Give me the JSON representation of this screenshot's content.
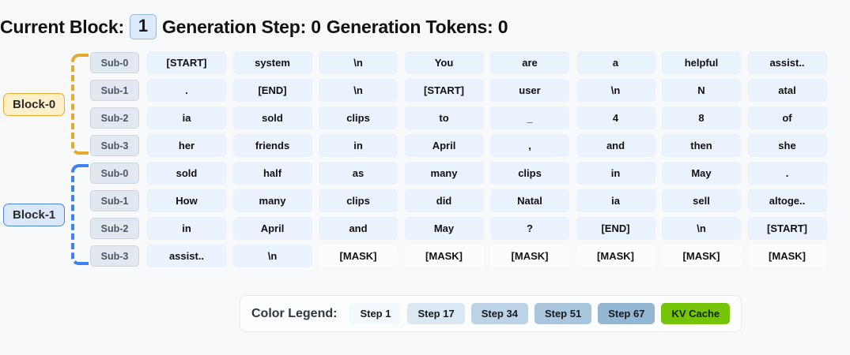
{
  "header": {
    "current_block_label": "Current Block:",
    "current_block_value": "1",
    "generation_step_label": "Generation Step: 0",
    "generation_tokens_label": "Generation Tokens: 0"
  },
  "colors": {
    "block0_accent": "#e8a92c",
    "block0_fill": "#fdf0c9",
    "block1_accent": "#3b82f6",
    "block1_fill": "#dbe7fb",
    "token_cell": "#eaf2fd",
    "mask_cell": "#fbfcfe",
    "kv_cache": "#76c408"
  },
  "blocks": [
    {
      "tag": "Block-0",
      "accent": "#e8a92c",
      "rows": [
        {
          "sub_label": "Sub-0",
          "cells": [
            {
              "text": "[START]",
              "kind": "tok"
            },
            {
              "text": "system",
              "kind": "tok"
            },
            {
              "text": "\\n",
              "kind": "tok"
            },
            {
              "text": "You",
              "kind": "tok"
            },
            {
              "text": "are",
              "kind": "tok"
            },
            {
              "text": "a",
              "kind": "tok"
            },
            {
              "text": "helpful",
              "kind": "tok"
            },
            {
              "text": "assist..",
              "kind": "tok"
            }
          ]
        },
        {
          "sub_label": "Sub-1",
          "cells": [
            {
              "text": ".",
              "kind": "tok"
            },
            {
              "text": "[END]",
              "kind": "tok"
            },
            {
              "text": "\\n",
              "kind": "tok"
            },
            {
              "text": "[START]",
              "kind": "tok"
            },
            {
              "text": "user",
              "kind": "tok"
            },
            {
              "text": "\\n",
              "kind": "tok"
            },
            {
              "text": "N",
              "kind": "tok"
            },
            {
              "text": "atal",
              "kind": "tok"
            }
          ]
        },
        {
          "sub_label": "Sub-2",
          "cells": [
            {
              "text": "ia",
              "kind": "tok"
            },
            {
              "text": "sold",
              "kind": "tok"
            },
            {
              "text": "clips",
              "kind": "tok"
            },
            {
              "text": "to",
              "kind": "tok"
            },
            {
              "text": "_",
              "kind": "tok"
            },
            {
              "text": "4",
              "kind": "tok"
            },
            {
              "text": "8",
              "kind": "tok"
            },
            {
              "text": "of",
              "kind": "tok"
            }
          ]
        },
        {
          "sub_label": "Sub-3",
          "cells": [
            {
              "text": "her",
              "kind": "tok"
            },
            {
              "text": "friends",
              "kind": "tok"
            },
            {
              "text": "in",
              "kind": "tok"
            },
            {
              "text": "April",
              "kind": "tok"
            },
            {
              "text": ",",
              "kind": "tok"
            },
            {
              "text": "and",
              "kind": "tok"
            },
            {
              "text": "then",
              "kind": "tok"
            },
            {
              "text": "she",
              "kind": "tok"
            }
          ]
        }
      ]
    },
    {
      "tag": "Block-1",
      "accent": "#3b82f6",
      "rows": [
        {
          "sub_label": "Sub-0",
          "cells": [
            {
              "text": "sold",
              "kind": "tok"
            },
            {
              "text": "half",
              "kind": "tok"
            },
            {
              "text": "as",
              "kind": "tok"
            },
            {
              "text": "many",
              "kind": "tok"
            },
            {
              "text": "clips",
              "kind": "tok"
            },
            {
              "text": "in",
              "kind": "tok"
            },
            {
              "text": "May",
              "kind": "tok"
            },
            {
              "text": ".",
              "kind": "tok"
            }
          ]
        },
        {
          "sub_label": "Sub-1",
          "cells": [
            {
              "text": "How",
              "kind": "tok"
            },
            {
              "text": "many",
              "kind": "tok"
            },
            {
              "text": "clips",
              "kind": "tok"
            },
            {
              "text": "did",
              "kind": "tok"
            },
            {
              "text": "Natal",
              "kind": "tok"
            },
            {
              "text": "ia",
              "kind": "tok"
            },
            {
              "text": "sell",
              "kind": "tok"
            },
            {
              "text": "altoge..",
              "kind": "tok"
            }
          ]
        },
        {
          "sub_label": "Sub-2",
          "cells": [
            {
              "text": "in",
              "kind": "tok"
            },
            {
              "text": "April",
              "kind": "tok"
            },
            {
              "text": "and",
              "kind": "tok"
            },
            {
              "text": "May",
              "kind": "tok"
            },
            {
              "text": "?",
              "kind": "tok"
            },
            {
              "text": "[END]",
              "kind": "tok"
            },
            {
              "text": "\\n",
              "kind": "tok"
            },
            {
              "text": "[START]",
              "kind": "tok"
            }
          ]
        },
        {
          "sub_label": "Sub-3",
          "cells": [
            {
              "text": "assist..",
              "kind": "tok"
            },
            {
              "text": "\\n",
              "kind": "tok"
            },
            {
              "text": "[MASK]",
              "kind": "mask"
            },
            {
              "text": "[MASK]",
              "kind": "mask"
            },
            {
              "text": "[MASK]",
              "kind": "mask"
            },
            {
              "text": "[MASK]",
              "kind": "mask"
            },
            {
              "text": "[MASK]",
              "kind": "mask"
            },
            {
              "text": "[MASK]",
              "kind": "mask"
            }
          ]
        }
      ]
    }
  ],
  "legend": {
    "title": "Color Legend:",
    "items": [
      {
        "label": "Step 1",
        "color": "#f2f8fd",
        "text_color": "#1a1a1a"
      },
      {
        "label": "Step 17",
        "color": "#dbe8f4",
        "text_color": "#1a1a1a"
      },
      {
        "label": "Step 34",
        "color": "#bcd3e6",
        "text_color": "#1a1a1a"
      },
      {
        "label": "Step 51",
        "color": "#a9c6dd",
        "text_color": "#1a1a1a"
      },
      {
        "label": "Step 67",
        "color": "#93b6d3",
        "text_color": "#1a1a1a"
      },
      {
        "label": "KV Cache",
        "color": "#76c408",
        "text_color": "#14240a"
      }
    ]
  }
}
